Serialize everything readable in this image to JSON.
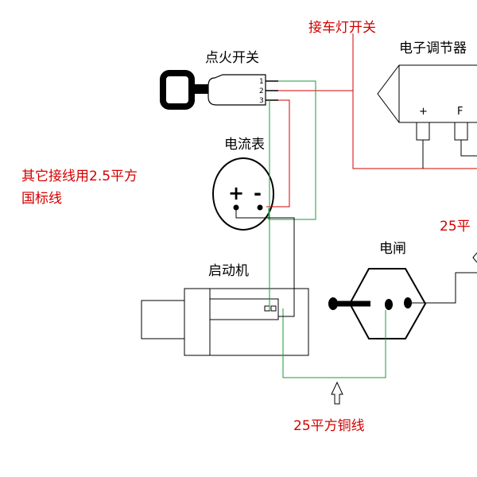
{
  "labels": {
    "ignition_switch": "点火开关",
    "headlight_connection": "接车灯开关",
    "electronic_regulator": "电子调节器",
    "ammeter": "电流表",
    "other_wiring_note_line1": "其它接线用2.5平方",
    "other_wiring_note_line2": "国标线",
    "starter_motor": "启动机",
    "battery_switch": "电闸",
    "copper_wire_left": "25平方铜线",
    "copper_wire_right": "25平"
  },
  "ignition_pins": [
    "1",
    "2",
    "3"
  ],
  "ammeter_terminals": {
    "plus": "+",
    "minus": "-"
  },
  "regulator_terminals": {
    "plus": "+",
    "f": "F"
  },
  "wire_colors": {
    "red": "#d40000",
    "green": "#1a9a3a",
    "black": "#000000"
  }
}
